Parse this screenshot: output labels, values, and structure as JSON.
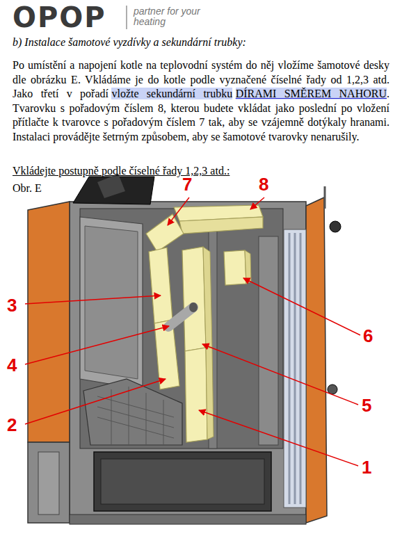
{
  "diagram": {
    "title": "b) Instalace šamotové vyzdívky a sekundární trubky:",
    "labels": [
      "OPOP",
      "partner for your heating",
      "Po umístění a napojení kotle na teplovodní systém do něj vložíme šamotové desky dle obrázku E.  Vkládáme je do kotle podle vyznačené číselné řady od 1,2,3 atd. Jako třetí v pořadí",
      "vložte sekundární trubku",
      "DÍRAMI SMĚREM NAHORU",
      ".  Tvarovku s pořadovým číslem 8, kterou budete vkládat jako poslední po vložení přítlačte k tvarovce s pořadovým číslem 7 tak, aby se vzájemně dotýkaly hranami. Instalaci provádějte šetrným způsobem, aby se šamotové tvarovky nenarušily.",
      "Vkládejte postupně podle číselné řady 1,2,3 atd.:",
      "Obr. E",
      "7",
      "8",
      "3",
      "4",
      "6",
      "5",
      "2",
      "1"
    ]
  }
}
